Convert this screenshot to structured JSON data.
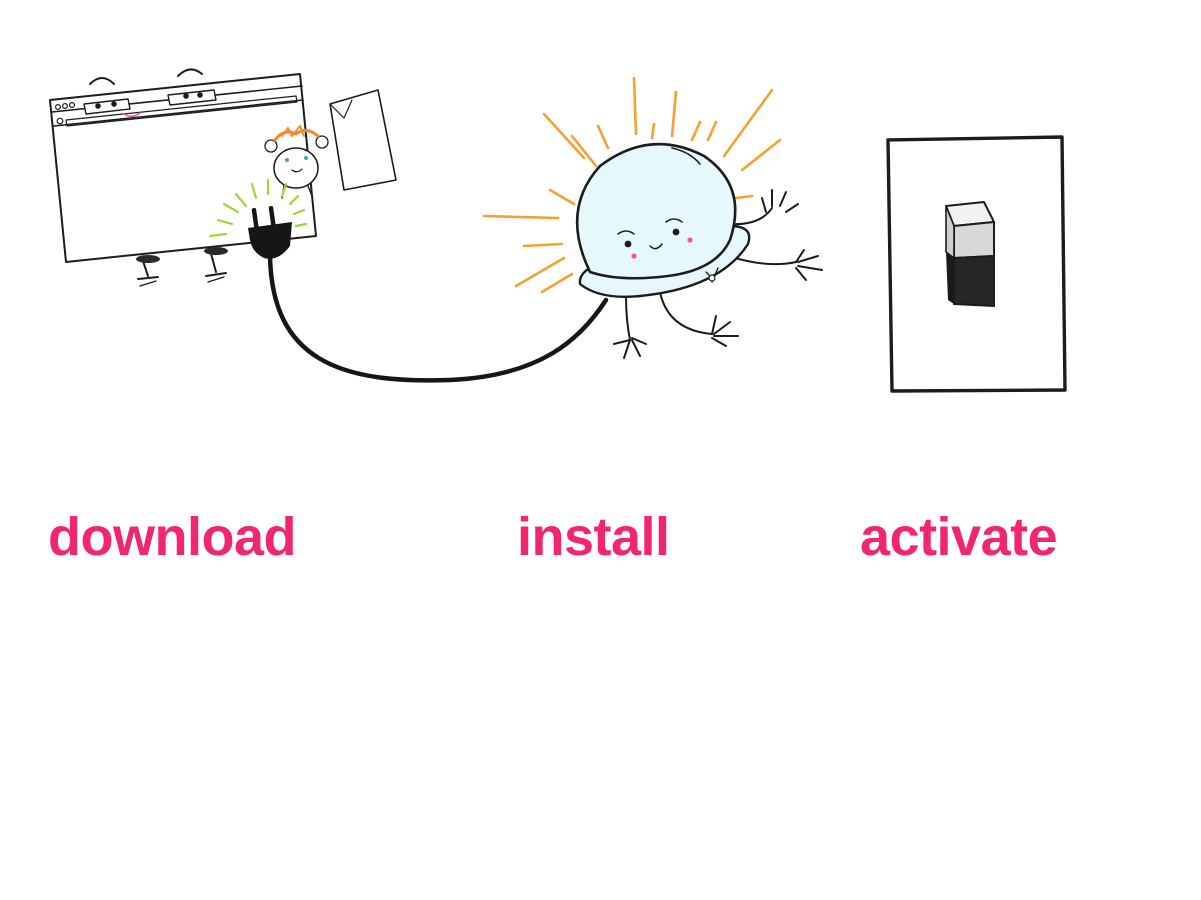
{
  "colors": {
    "label": "#f0266f",
    "ink": "#1c1c1c",
    "cable": "#161616",
    "glow": "#f5a030",
    "spark": "#9ed63a",
    "hair": "#f08a30",
    "blob_fill": "#e6f8fc",
    "switch_light": "#d8d8d8",
    "switch_dark": "#262626",
    "cheek": "#f05a9c"
  },
  "icons": {
    "browser": "browser-window-icon",
    "plugin": "plug-icon",
    "installer": "glowing-blob-icon",
    "toggle": "light-switch-icon"
  },
  "steps": [
    {
      "label": "download"
    },
    {
      "label": "install"
    },
    {
      "label": "activate"
    }
  ]
}
